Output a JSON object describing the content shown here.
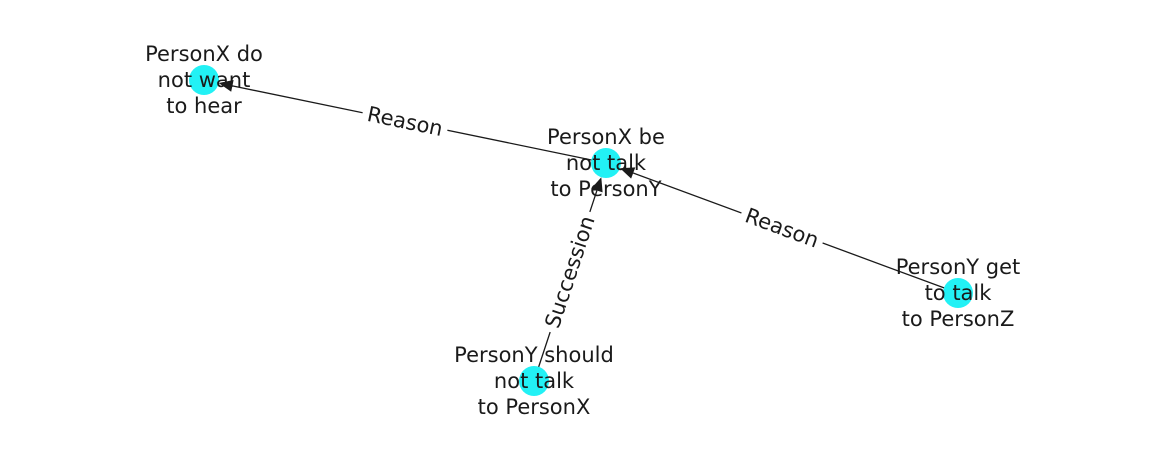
{
  "node_color": "#22f1f5",
  "edge_color": "#1a1a1a",
  "nodes": [
    {
      "id": "n1",
      "lines": [
        "PersonX do",
        "not want",
        "to hear"
      ]
    },
    {
      "id": "n2",
      "lines": [
        "PersonX be",
        "not talk",
        "to PersonY"
      ]
    },
    {
      "id": "n3",
      "lines": [
        "PersonY should",
        "not talk",
        "to PersonX"
      ]
    },
    {
      "id": "n4",
      "lines": [
        "PersonY get",
        "to talk",
        "to PersonZ"
      ]
    }
  ],
  "edges": [
    {
      "id": "e1",
      "from": "n2",
      "to": "n1",
      "label": "Reason"
    },
    {
      "id": "e2",
      "from": "n3",
      "to": "n2",
      "label": "Succession"
    },
    {
      "id": "e3",
      "from": "n4",
      "to": "n2",
      "label": "Reason"
    }
  ]
}
